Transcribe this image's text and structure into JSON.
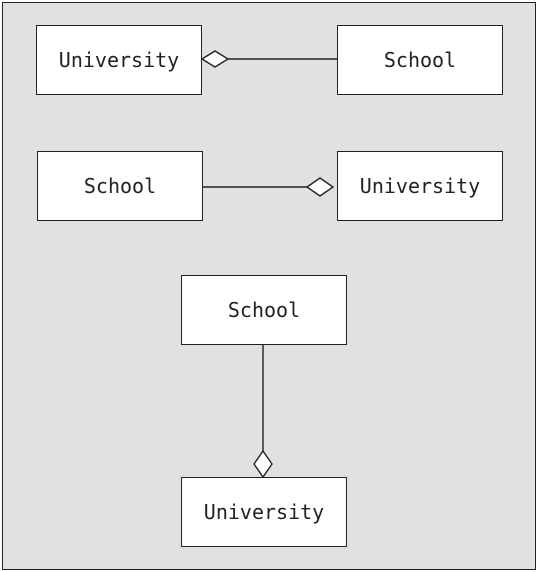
{
  "diagram": {
    "row1": {
      "left_label": "University",
      "right_label": "School"
    },
    "row2": {
      "left_label": "School",
      "right_label": "University"
    },
    "column": {
      "top_label": "School",
      "bottom_label": "University"
    }
  },
  "colors": {
    "background": "#e1e2df",
    "box_fill": "#ffffff",
    "stroke": "#222222"
  }
}
